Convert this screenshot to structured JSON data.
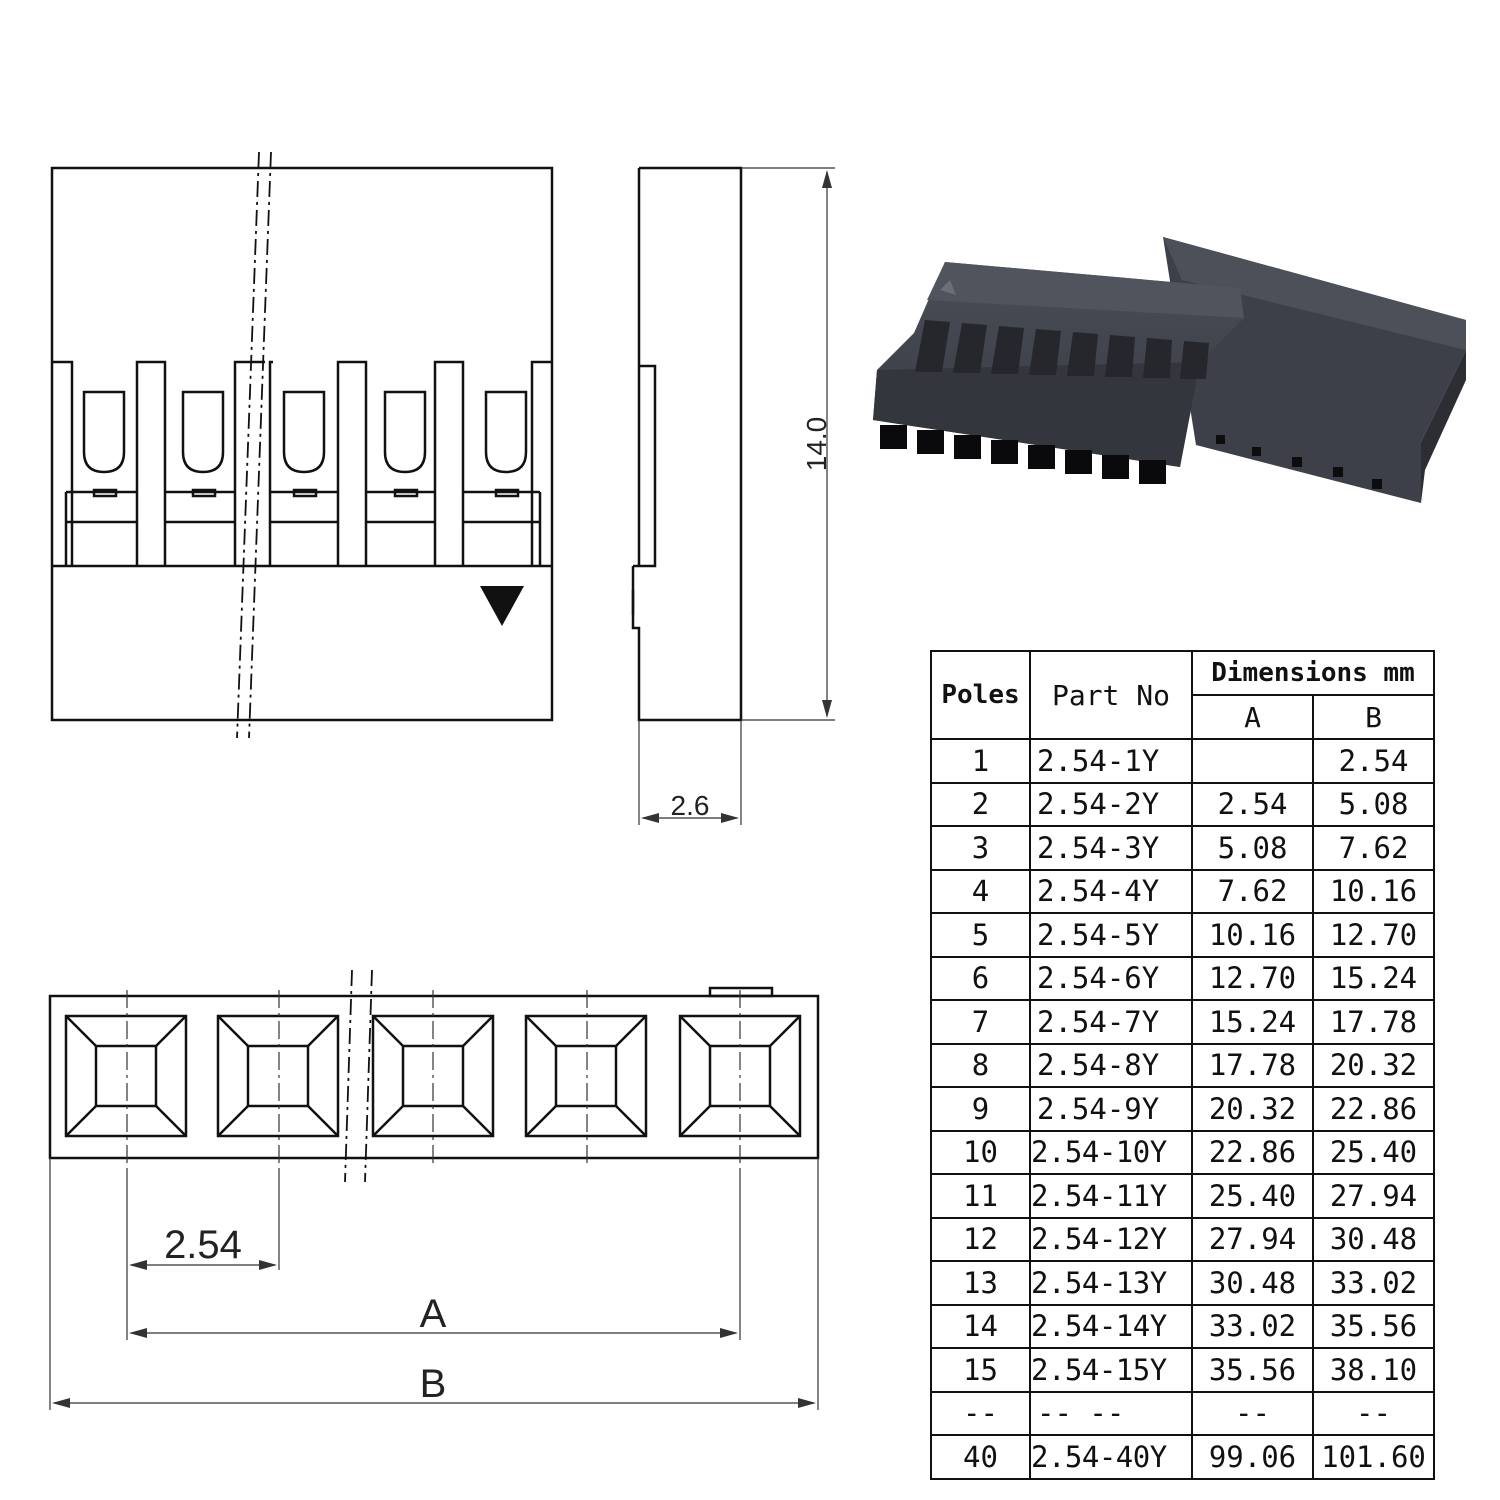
{
  "drawing": {
    "height_dim": "14.0",
    "thickness_dim": "2.6",
    "pitch_dim": "2.54",
    "dim_a": "A",
    "dim_b": "B"
  },
  "table": {
    "headers": {
      "poles": "Poles",
      "part_no": "Part No",
      "dimensions": "Dimensions mm",
      "a": "A",
      "b": "B"
    },
    "rows": [
      {
        "poles": "1",
        "part": "2.54-1Y",
        "a": "",
        "b": "2.54"
      },
      {
        "poles": "2",
        "part": "2.54-2Y",
        "a": "2.54",
        "b": "5.08"
      },
      {
        "poles": "3",
        "part": "2.54-3Y",
        "a": "5.08",
        "b": "7.62"
      },
      {
        "poles": "4",
        "part": "2.54-4Y",
        "a": "7.62",
        "b": "10.16"
      },
      {
        "poles": "5",
        "part": "2.54-5Y",
        "a": "10.16",
        "b": "12.70"
      },
      {
        "poles": "6",
        "part": "2.54-6Y",
        "a": "12.70",
        "b": "15.24"
      },
      {
        "poles": "7",
        "part": "2.54-7Y",
        "a": "15.24",
        "b": "17.78"
      },
      {
        "poles": "8",
        "part": "2.54-8Y",
        "a": "17.78",
        "b": "20.32"
      },
      {
        "poles": "9",
        "part": "2.54-9Y",
        "a": "20.32",
        "b": "22.86"
      },
      {
        "poles": "10",
        "part": "2.54-10Y",
        "a": "22.86",
        "b": "25.40"
      },
      {
        "poles": "11",
        "part": "2.54-11Y",
        "a": "25.40",
        "b": "27.94"
      },
      {
        "poles": "12",
        "part": "2.54-12Y",
        "a": "27.94",
        "b": "30.48"
      },
      {
        "poles": "13",
        "part": "2.54-13Y",
        "a": "30.48",
        "b": "33.02"
      },
      {
        "poles": "14",
        "part": "2.54-14Y",
        "a": "33.02",
        "b": "35.56"
      },
      {
        "poles": "15",
        "part": "2.54-15Y",
        "a": "35.56",
        "b": "38.10"
      },
      {
        "poles": "--",
        "part": "-- --",
        "a": "--",
        "b": "--"
      },
      {
        "poles": "40",
        "part": "2.54-40Y",
        "a": "99.06",
        "b": "101.60"
      }
    ]
  }
}
